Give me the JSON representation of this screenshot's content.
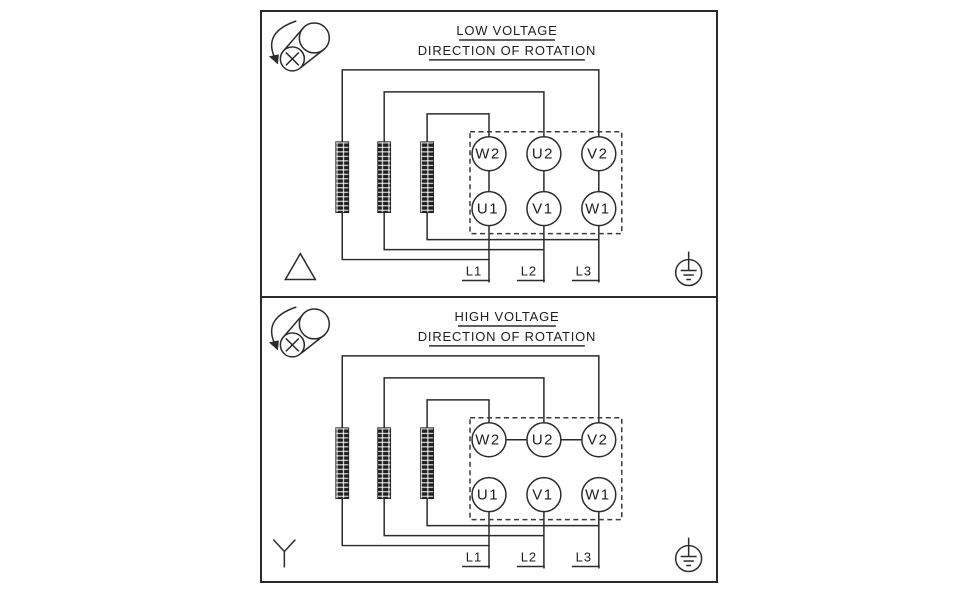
{
  "frame": {
    "border_color": "#2b2b2b",
    "background": "#ffffff",
    "line_color": "#2b2b2b"
  },
  "panels": [
    {
      "title": "LOW VOLTAGE",
      "subtitle": "DIRECTION OF ROTATION",
      "connection_symbol": "delta",
      "terminals_top": [
        "W2",
        "U2",
        "V2"
      ],
      "terminals_bottom": [
        "U1",
        "V1",
        "W1"
      ],
      "supply_lines": [
        "L1",
        "L2",
        "L3"
      ]
    },
    {
      "title": "HIGH VOLTAGE",
      "subtitle": "DIRECTION OF ROTATION",
      "connection_symbol": "wye",
      "terminals_top": [
        "W2",
        "U2",
        "V2"
      ],
      "terminals_bottom": [
        "U1",
        "V1",
        "W1"
      ],
      "supply_lines": [
        "L1",
        "L2",
        "L3"
      ]
    }
  ]
}
